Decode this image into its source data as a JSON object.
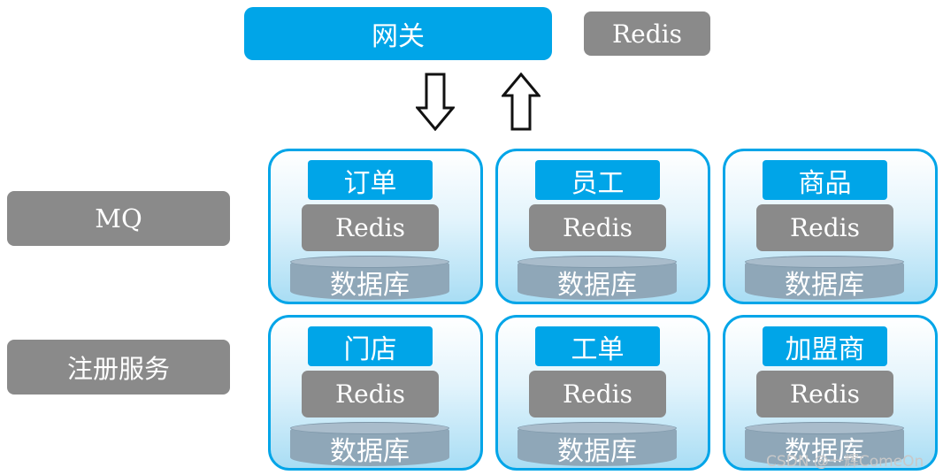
{
  "gateway": {
    "label": "网关"
  },
  "top_cache": {
    "label": "Redis"
  },
  "side_components": [
    {
      "label": "MQ"
    },
    {
      "label": "注册服务"
    }
  ],
  "services": [
    {
      "name": "订单",
      "cache": "Redis",
      "database": "数据库"
    },
    {
      "name": "员工",
      "cache": "Redis",
      "database": "数据库"
    },
    {
      "name": "商品",
      "cache": "Redis",
      "database": "数据库"
    },
    {
      "name": "门店",
      "cache": "Redis",
      "database": "数据库"
    },
    {
      "name": "工单",
      "cache": "Redis",
      "database": "数据库"
    },
    {
      "name": "加盟商",
      "cache": "Redis",
      "database": "数据库"
    }
  ],
  "watermark": "CSDN @一辉ComeOn",
  "colors": {
    "blue": "#00a5e8",
    "gray": "#8a8a8a",
    "db": "#8fa7b8"
  }
}
